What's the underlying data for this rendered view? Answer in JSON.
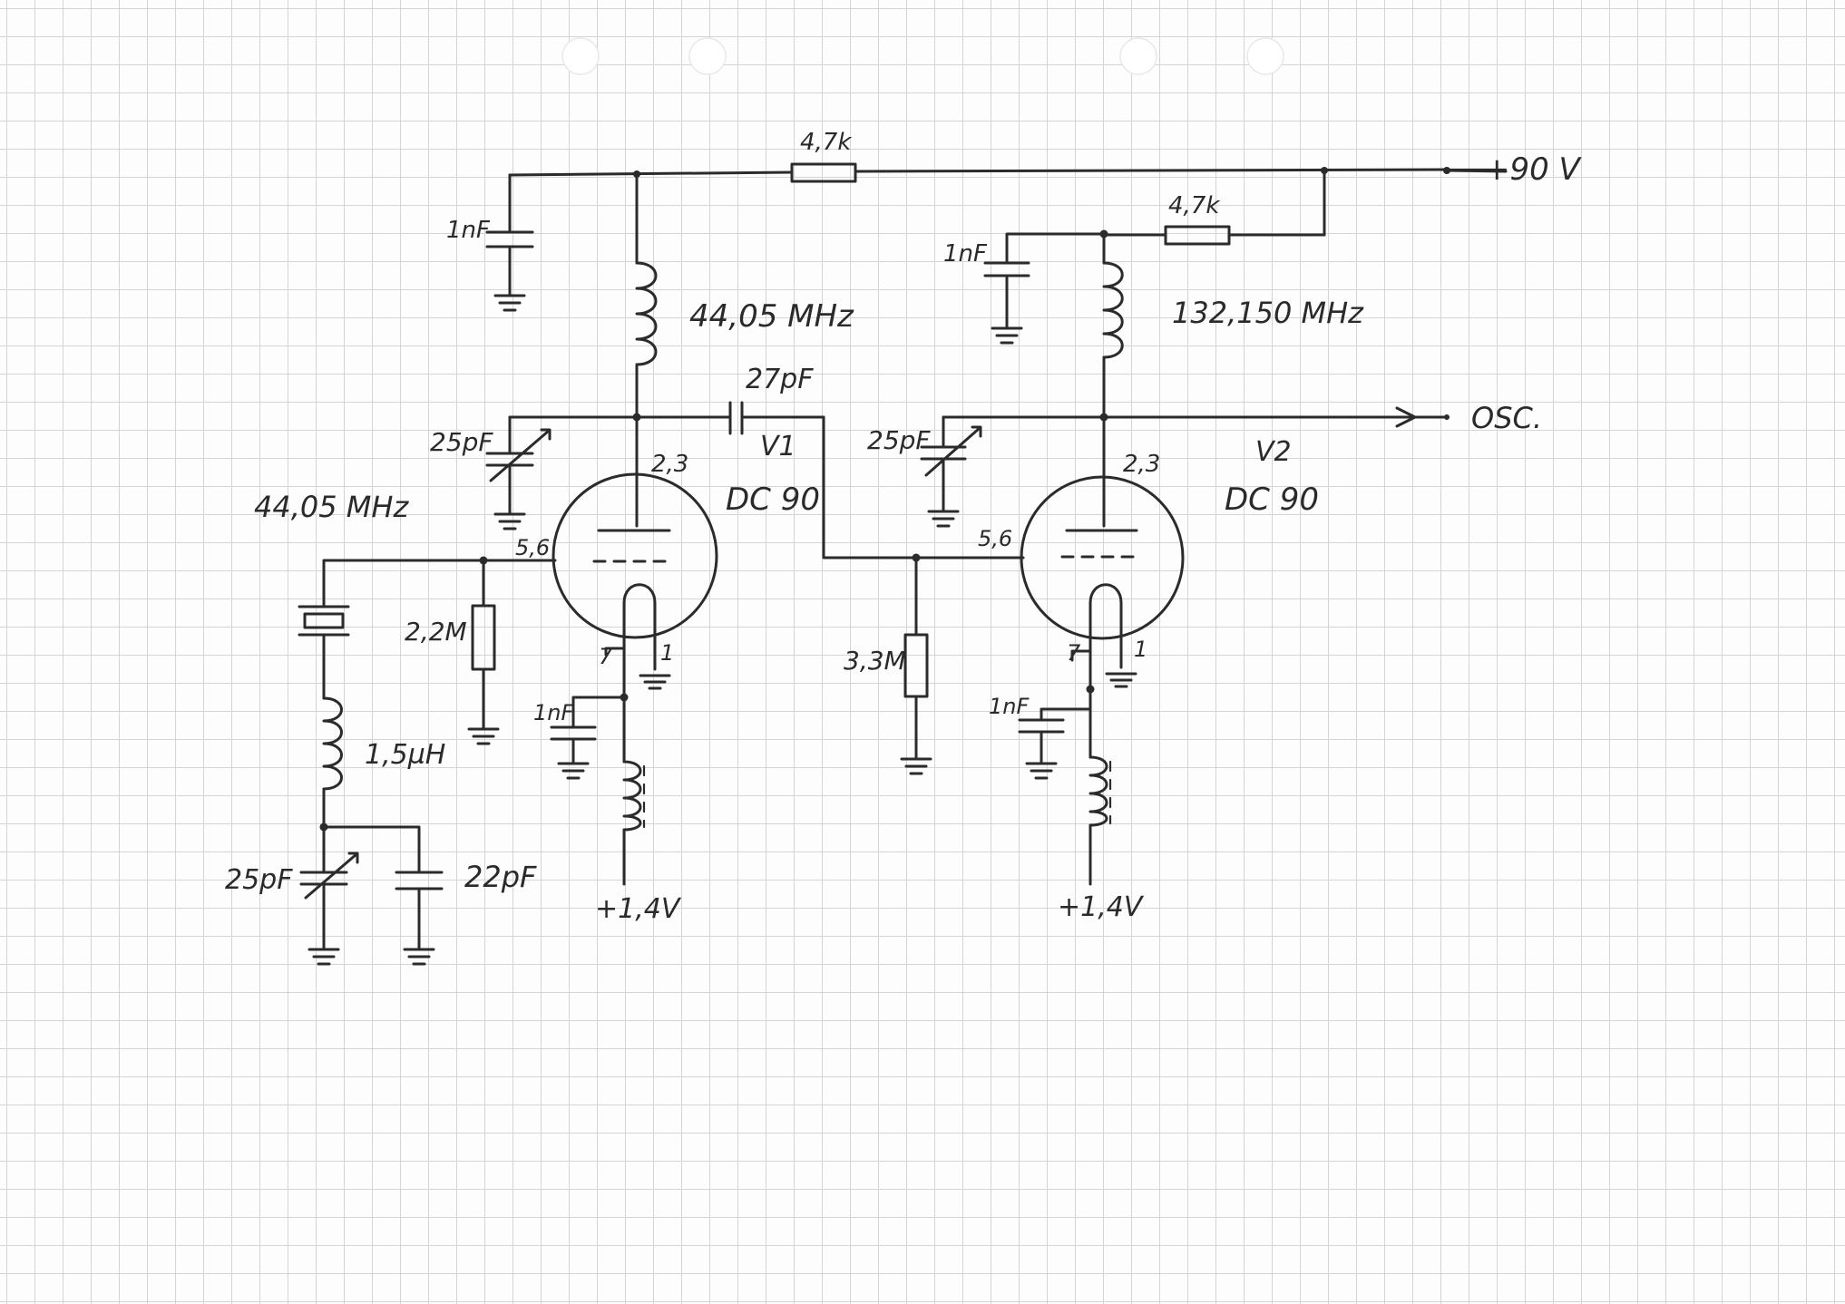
{
  "supply": {
    "plus90": "+90 V",
    "osc": "OSC.",
    "plus14_v1": "+1,4V",
    "plus14_v2": "+1,4V"
  },
  "resistors": {
    "r_top": "4,7k",
    "r_v2": "4,7k",
    "r_grid1": "2,2M",
    "r_grid2": "3,3M"
  },
  "capacitors": {
    "c_dec1": "1nF",
    "c_dec2": "1nF",
    "c_trim1": "25pF",
    "c_trim2": "25pF",
    "c_couple": "27pF",
    "c_fil1": "1nF",
    "c_fil2": "1nF",
    "c_trim3": "25pF",
    "c_fixed": "22pF"
  },
  "inductors": {
    "l_tank1": "44,05 MHz",
    "l_tank2": "132,150 MHz",
    "l_series": "1,5µH"
  },
  "crystal": {
    "freq": "44,05 MHz"
  },
  "tubes": {
    "v1": {
      "name": "V1",
      "type": "DC 90",
      "pin_anode": "2,3",
      "pin_grid": "5,6",
      "pin_fil": "7",
      "pin_gnd": "1"
    },
    "v2": {
      "name": "V2",
      "type": "DC 90",
      "pin_anode": "2,3",
      "pin_grid": "5,6",
      "pin_fil": "7",
      "pin_gnd": "1"
    }
  }
}
